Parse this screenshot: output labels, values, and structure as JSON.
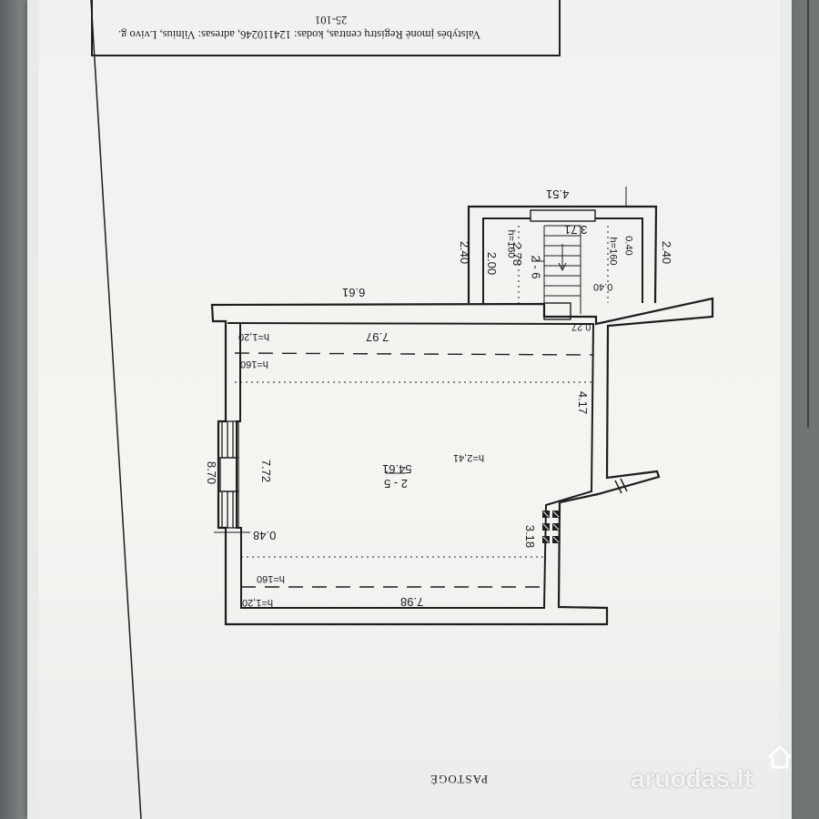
{
  "header": {
    "line1": "Valstybės įmonė Registrų centras, kodas: 124110246, adresas: Vilnius, Lvivo g.",
    "line2": "25-101"
  },
  "plan": {
    "room_main": {
      "id": "2 - 5",
      "area": "54.61",
      "height": "h=2,41"
    },
    "room_stair": {
      "id": "2 - 6",
      "area": "2.78",
      "height": "h=160"
    },
    "dimensions": {
      "top_right_width": "4.51",
      "stair_length": "3.71",
      "left_wing_outer": "2.40",
      "right_wing_outer": "2.40",
      "stair_left": "2.00",
      "wing_h_right": "h=160",
      "wing_040_vertical": "0.40",
      "wing_040_horizontal": "0.40",
      "roof_top": "6.61",
      "inner_top": "7.97",
      "top_h120": "h=1,20",
      "top_h160": "h=160",
      "small_027": "0.27",
      "right_417": "4.17",
      "left_outer": "8.70",
      "left_inner": "7.72",
      "offset_048": "0.48",
      "right_318": "3.18",
      "bottom_h160": "h=160",
      "bottom_h120": "h=1,20",
      "bottom_798": "7.98"
    }
  },
  "footer_label": "PASTOGĖ",
  "watermark": {
    "text": "aruodas.lt",
    "icon": "house-icon"
  }
}
